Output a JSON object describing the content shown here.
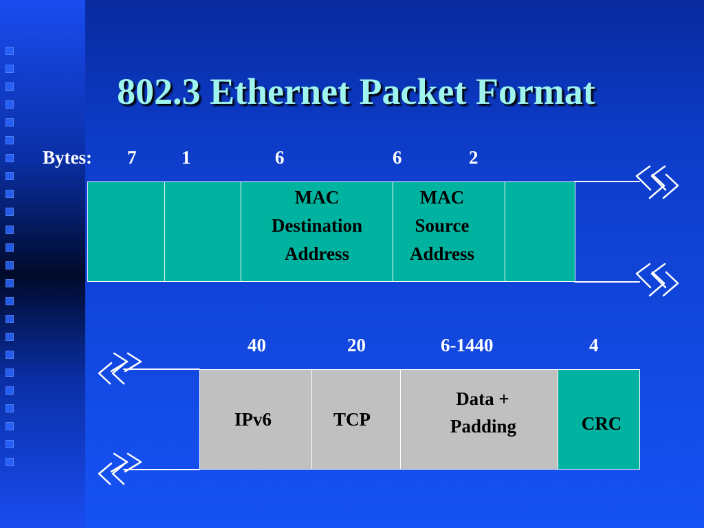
{
  "title": "802.3 Ethernet Packet Format",
  "frame1": {
    "bytes_label": "Bytes:",
    "byte_counts": [
      "7",
      "1",
      "6",
      "6",
      "2"
    ],
    "fields": [
      {
        "label_lines": [],
        "color": "#00b3a0"
      },
      {
        "label_lines": [],
        "color": "#00b3a0"
      },
      {
        "label_lines": [
          "MAC",
          "Destination",
          "Address"
        ],
        "color": "#00b3a0"
      },
      {
        "label_lines": [
          "MAC",
          "Source",
          "Address"
        ],
        "color": "#00b3a0"
      },
      {
        "label_lines": [],
        "color": "#00b3a0"
      }
    ]
  },
  "frame2": {
    "byte_counts": [
      "40",
      "20",
      "6-1440",
      "4"
    ],
    "fields": [
      {
        "label": "IPv6",
        "color": "#c0c0c0"
      },
      {
        "label": "TCP",
        "color": "#c0c0c0"
      },
      {
        "label_lines": [
          "Data +",
          "Padding"
        ],
        "color": "#c0c0c0"
      },
      {
        "label": "CRC",
        "color": "#00b3a0"
      }
    ]
  },
  "colors": {
    "title": "#9ff5ee",
    "teal": "#00b3a0",
    "gray": "#c0c0c0",
    "background": "#1148e4"
  }
}
